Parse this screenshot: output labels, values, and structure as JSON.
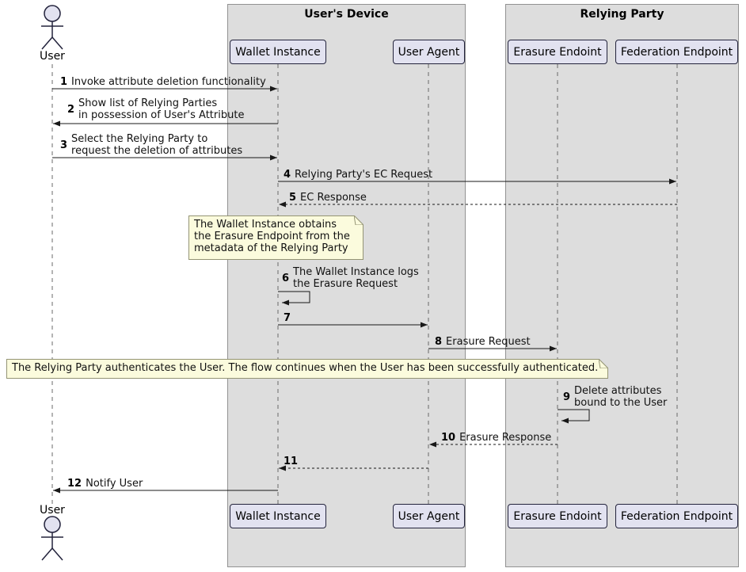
{
  "diagram": {
    "boxes": [
      {
        "title": "User's Device"
      },
      {
        "title": "Relying Party"
      }
    ],
    "actor": {
      "label": "User"
    },
    "participants": [
      {
        "label": "Wallet Instance"
      },
      {
        "label": "User Agent"
      },
      {
        "label": "Erasure Endoint"
      },
      {
        "label": "Federation Endpoint"
      }
    ],
    "messages": [
      {
        "num": "1",
        "lines": [
          "Invoke attribute deletion functionality"
        ]
      },
      {
        "num": "2",
        "lines": [
          "Show list of Relying Parties",
          "in possession of User's Attribute"
        ]
      },
      {
        "num": "3",
        "lines": [
          "Select the Relying Party to",
          "request the deletion of attributes"
        ]
      },
      {
        "num": "4",
        "lines": [
          "Relying Party's EC Request"
        ]
      },
      {
        "num": "5",
        "lines": [
          "EC Response"
        ]
      },
      {
        "num": "6",
        "lines": [
          "The Wallet Instance logs",
          "the Erasure Request"
        ]
      },
      {
        "num": "7",
        "lines": []
      },
      {
        "num": "8",
        "lines": [
          "Erasure Request"
        ]
      },
      {
        "num": "9",
        "lines": [
          "Delete attributes",
          "bound to the User"
        ]
      },
      {
        "num": "10",
        "lines": [
          "Erasure Response"
        ]
      },
      {
        "num": "11",
        "lines": []
      },
      {
        "num": "12",
        "lines": [
          "Notify User"
        ]
      }
    ],
    "notes": [
      {
        "lines": [
          "The Wallet Instance obtains",
          "the Erasure Endpoint from the",
          "metadata of the Relying Party"
        ]
      },
      {
        "lines": [
          "The Relying Party authenticates the User. The flow continues when the User has been successfully authenticated."
        ]
      }
    ],
    "colors": {
      "group_box_fill": "#dddddd",
      "group_box_border": "#929292",
      "participant_fill": "#e2e2f0",
      "participant_border": "#23233c",
      "note_fill": "#fbfbdd",
      "note_border": "#949474",
      "arrow": "#181818",
      "lifeline": "#696969"
    }
  }
}
